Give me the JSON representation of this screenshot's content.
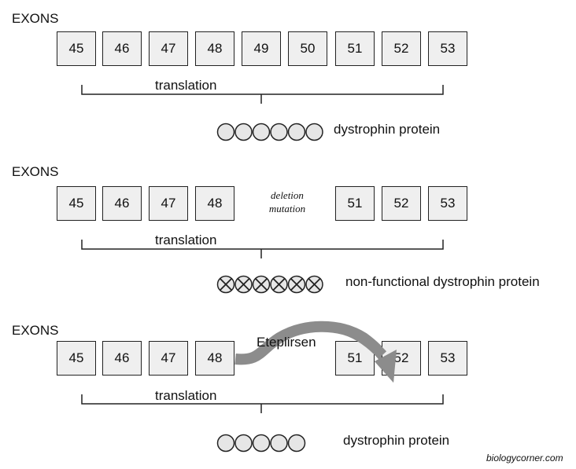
{
  "panels": [
    {
      "header": "EXONS",
      "exons": [
        "45",
        "46",
        "47",
        "48",
        "49",
        "50",
        "51",
        "52",
        "53"
      ],
      "translation_label": "translation",
      "protein_label": "dystrophin protein",
      "protein_beads": 6,
      "bead_style": "plain"
    },
    {
      "header": "EXONS",
      "exons": [
        "45",
        "46",
        "47",
        "48",
        "51",
        "52",
        "53"
      ],
      "deletion_label_line1": "deletion",
      "deletion_label_line2": "mutation",
      "translation_label": "translation",
      "protein_label": "non-functional dystrophin protein",
      "protein_beads": 6,
      "bead_style": "crossed"
    },
    {
      "header": "EXONS",
      "exons": [
        "45",
        "46",
        "47",
        "48",
        "51",
        "52",
        "53"
      ],
      "drug_label": "Eteplirsen",
      "translation_label": "translation",
      "protein_label": "dystrophin protein",
      "protein_beads": 5,
      "bead_style": "plain"
    }
  ],
  "credit": "biologycorner.com",
  "colors": {
    "box_fill": "#efefef",
    "bead_fill": "#e6e6e6",
    "arrow": "#8c8c8c",
    "stroke": "#222222"
  }
}
